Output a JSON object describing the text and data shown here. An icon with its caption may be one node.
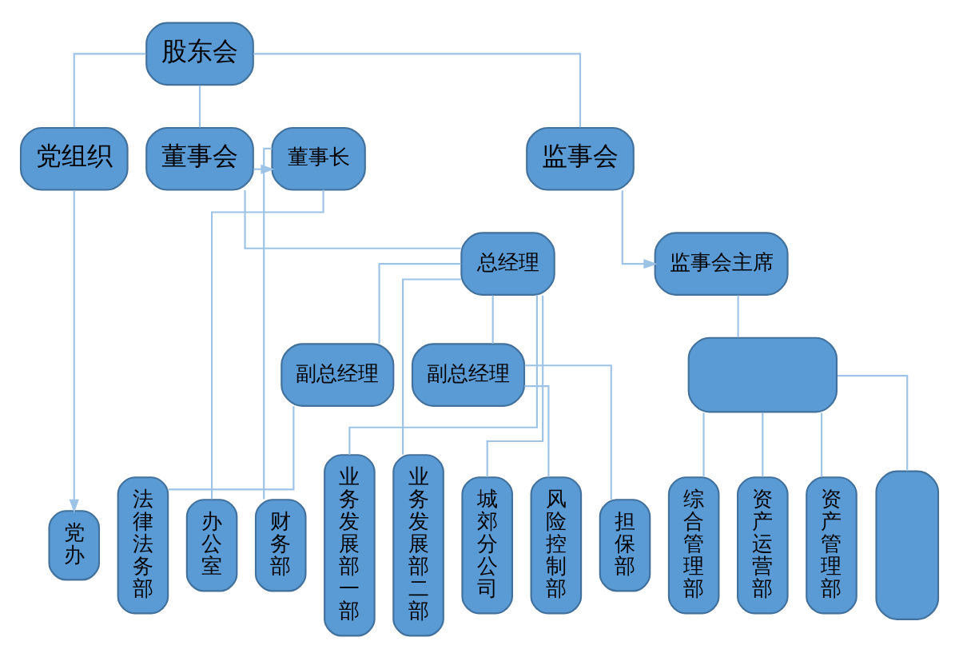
{
  "diagram": {
    "nodes": [
      {
        "text": [
          "股东会"
        ]
      },
      {
        "text": [
          "党组织"
        ]
      },
      {
        "text": [
          "董事长"
        ]
      },
      {
        "text": [
          "董事会"
        ]
      },
      {
        "text": [
          "监事会"
        ]
      },
      {
        "text": [
          "总经理"
        ]
      },
      {
        "text": [
          "监事会主席"
        ]
      },
      {
        "text": [
          "副总经理"
        ]
      },
      {
        "text": [
          "副总经理"
        ]
      },
      {
        "text": [],
        "shape": "box"
      },
      {
        "text": [
          "党办"
        ]
      },
      {
        "text": [
          "法律法务部"
        ]
      },
      {
        "text": [
          "办公室"
        ]
      },
      {
        "text": [
          "财务部"
        ]
      },
      {
        "text": [
          "业务发展部一部"
        ]
      },
      {
        "text": [
          "业务发展部二部"
        ]
      },
      {
        "text": [
          "城郊分公司"
        ]
      },
      {
        "text": [
          "风险控制部"
        ]
      },
      {
        "text": [
          "担保部"
        ]
      },
      {
        "text": [
          "综合管理部"
        ]
      },
      {
        "text": [
          "资产运营部"
        ]
      },
      {
        "text": [
          "资产管理部"
        ]
      },
      {
        "text": [],
        "shape": "box"
      }
    ],
    "edges": [
      {
        "from": 0,
        "to": 1,
        "arrow": "none"
      },
      {
        "from": 0,
        "to": 3,
        "arrow": "none"
      },
      {
        "from": 0,
        "to": 4,
        "arrow": "none"
      },
      {
        "from": 3,
        "to": 2,
        "arrow": "to"
      },
      {
        "from": 3,
        "to": 5,
        "arrow": "none"
      },
      {
        "from": 4,
        "to": 6,
        "arrow": "to"
      },
      {
        "from": 1,
        "to": 10,
        "arrow": "to"
      },
      {
        "from": 5,
        "to": 7,
        "arrow": "none"
      },
      {
        "from": 5,
        "to": 8,
        "arrow": "none"
      },
      {
        "from": 6,
        "to": 9,
        "arrow": "none"
      },
      {
        "from": 7,
        "to": 11,
        "arrow": "none"
      },
      {
        "from": 2,
        "to": 12,
        "arrow": "none"
      },
      {
        "from": 2,
        "to": 13,
        "arrow": "none"
      },
      {
        "from": 5,
        "to": 14,
        "arrow": "none"
      },
      {
        "from": 5,
        "to": 15,
        "arrow": "none"
      },
      {
        "from": 5,
        "to": 16,
        "arrow": "none"
      },
      {
        "from": 8,
        "to": 17,
        "arrow": "none"
      },
      {
        "from": 8,
        "to": 18,
        "arrow": "none"
      },
      {
        "from": 9,
        "to": 19,
        "arrow": "none"
      },
      {
        "from": 9,
        "to": 20,
        "arrow": "none"
      },
      {
        "from": 9,
        "to": 21,
        "arrow": "none"
      },
      {
        "from": 9,
        "to": 22,
        "arrow": "none"
      }
    ]
  }
}
